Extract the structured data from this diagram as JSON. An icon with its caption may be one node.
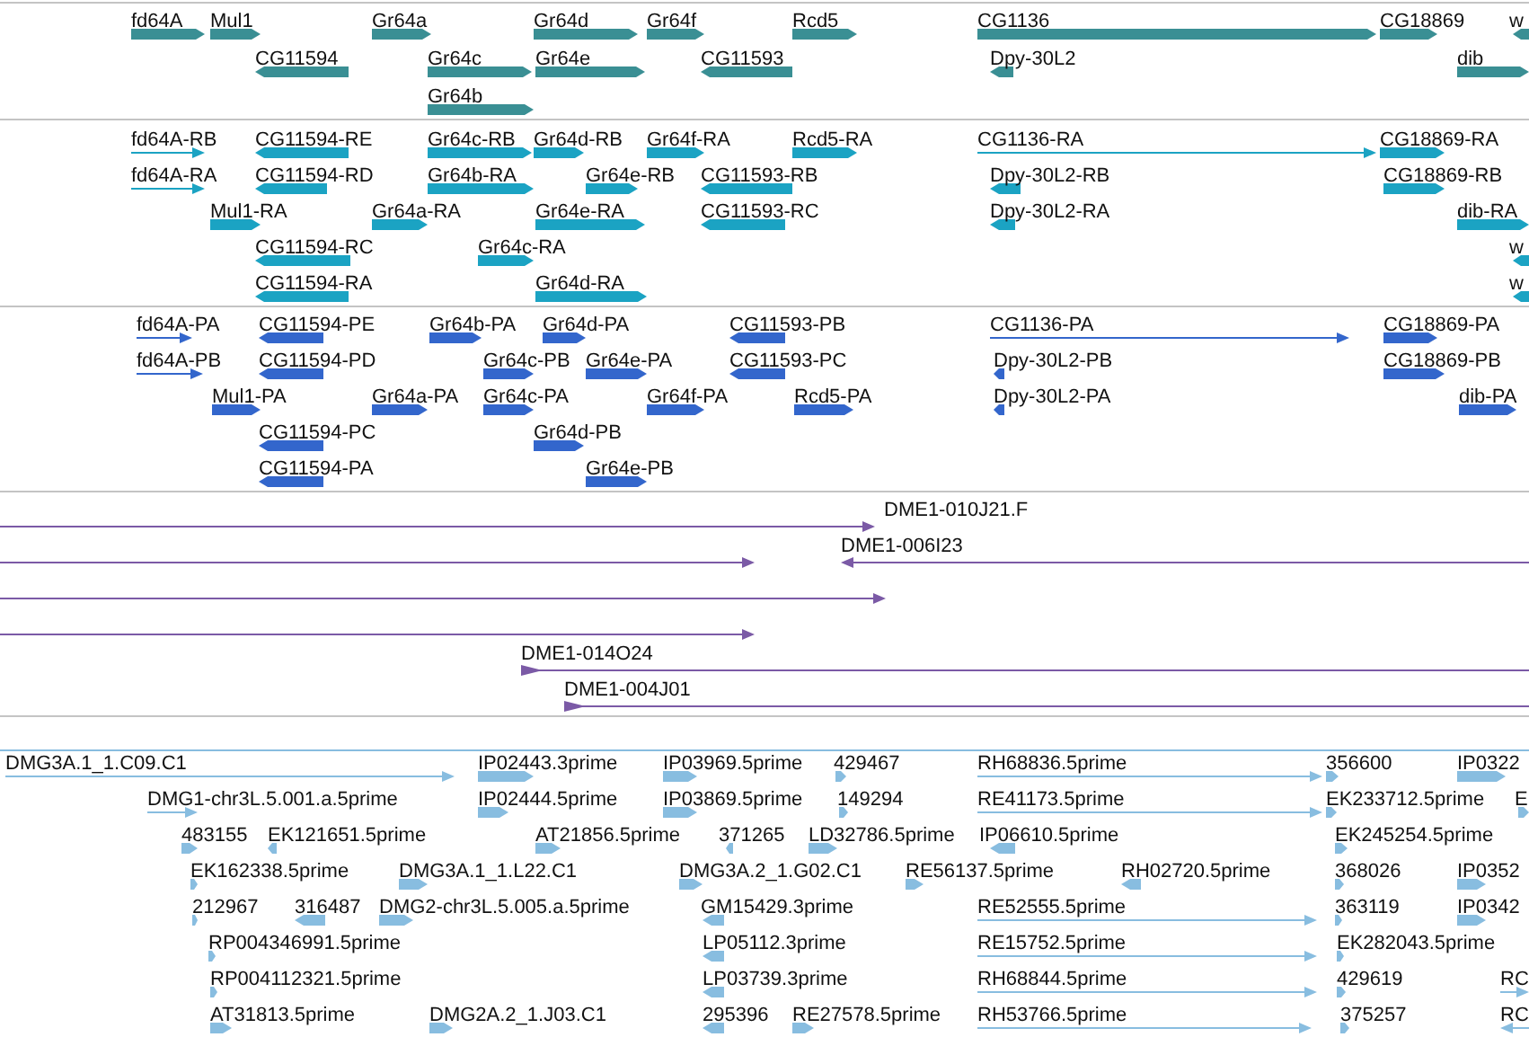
{
  "diagram": {
    "labels": [
      "fd64A",
      "Mul1",
      "Gr64a",
      "Gr64d",
      "Gr64f",
      "Rcd5",
      "CG1136",
      "CG18869",
      "w",
      "CG11594",
      "Gr64c",
      "Gr64e",
      "CG11593",
      "Dpy-30L2",
      "dib",
      "Gr64b",
      "fd64A-RB",
      "CG11594-RE",
      "Gr64c-RB",
      "Gr64d-RB",
      "Gr64f-RA",
      "Rcd5-RA",
      "CG1136-RA",
      "CG18869-RA",
      "fd64A-RA",
      "CG11594-RD",
      "Gr64b-RA",
      "Gr64e-RB",
      "CG11593-RB",
      "Dpy-30L2-RB",
      "CG18869-RB",
      "Mul1-RA",
      "Gr64a-RA",
      "Gr64e-RA",
      "CG11593-RC",
      "Dpy-30L2-RA",
      "dib-RA",
      "CG11594-RC",
      "Gr64c-RA",
      "w",
      "CG11594-RA",
      "Gr64d-RA",
      "w",
      "fd64A-PA",
      "CG11594-PE",
      "Gr64b-PA",
      "Gr64d-PA",
      "CG11593-PB",
      "CG1136-PA",
      "CG18869-PA",
      "fd64A-PB",
      "CG11594-PD",
      "Gr64c-PB",
      "Gr64e-PA",
      "CG11593-PC",
      "Dpy-30L2-PB",
      "CG18869-PB",
      "Mul1-PA",
      "Gr64a-PA",
      "Gr64c-PA",
      "Gr64f-PA",
      "Rcd5-PA",
      "Dpy-30L2-PA",
      "dib-PA",
      "CG11594-PC",
      "Gr64d-PB",
      "CG11594-PA",
      "Gr64e-PB",
      "DME1-010J21.F",
      "DME1-006I23",
      "DME1-014O24",
      "DME1-004J01",
      "DMG3A.1_1.C09.C1",
      "IP02443.3prime",
      "IP03969.5prime",
      "429467",
      "RH68836.5prime",
      "356600",
      "IP0322",
      "DMG1-chr3L.5.001.a.5prime",
      "IP02444.5prime",
      "IP03869.5prime",
      "149294",
      "RE41173.5prime",
      "EK233712.5prime",
      "E",
      "483155",
      "EK121651.5prime",
      "AT21856.5prime",
      "371265",
      "LD32786.5prime",
      "IP06610.5prime",
      "EK245254.5prime",
      "EK162338.5prime",
      "DMG3A.1_1.L22.C1",
      "DMG3A.2_1.G02.C1",
      "RE56137.5prime",
      "RH02720.5prime",
      "368026",
      "IP0352",
      "212967",
      "316487",
      "DMG2-chr3L.5.005.a.5prime",
      "GM15429.3prime",
      "RE52555.5prime",
      "363119",
      "IP0342",
      "RP004346991.5prime",
      "LP05112.3prime",
      "RE15752.5prime",
      "EK282043.5prime",
      "RP004112321.5prime",
      "LP03739.3prime",
      "RH68844.5prime",
      "429619",
      "RC",
      "AT31813.5prime",
      "DMG2A.2_1.J03.C1",
      "295396",
      "RE27578.5prime",
      "RH53766.5prime",
      "375257",
      "RC"
    ]
  }
}
